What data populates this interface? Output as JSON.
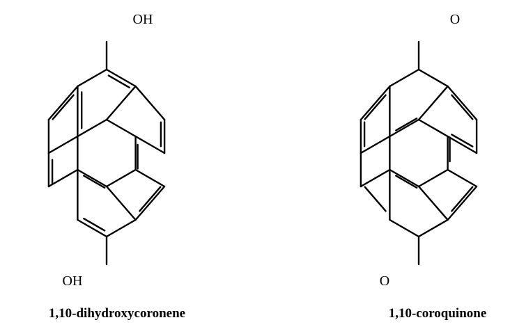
{
  "structures": [
    {
      "name": "1,10-dihydroxycoronene",
      "top_label": "OH",
      "bottom_label": "OH"
    },
    {
      "name": "1,10-coroquinone",
      "top_label": "O",
      "bottom_label": "O"
    }
  ],
  "colors": {
    "line": "#000000",
    "background": "#ffffff"
  }
}
